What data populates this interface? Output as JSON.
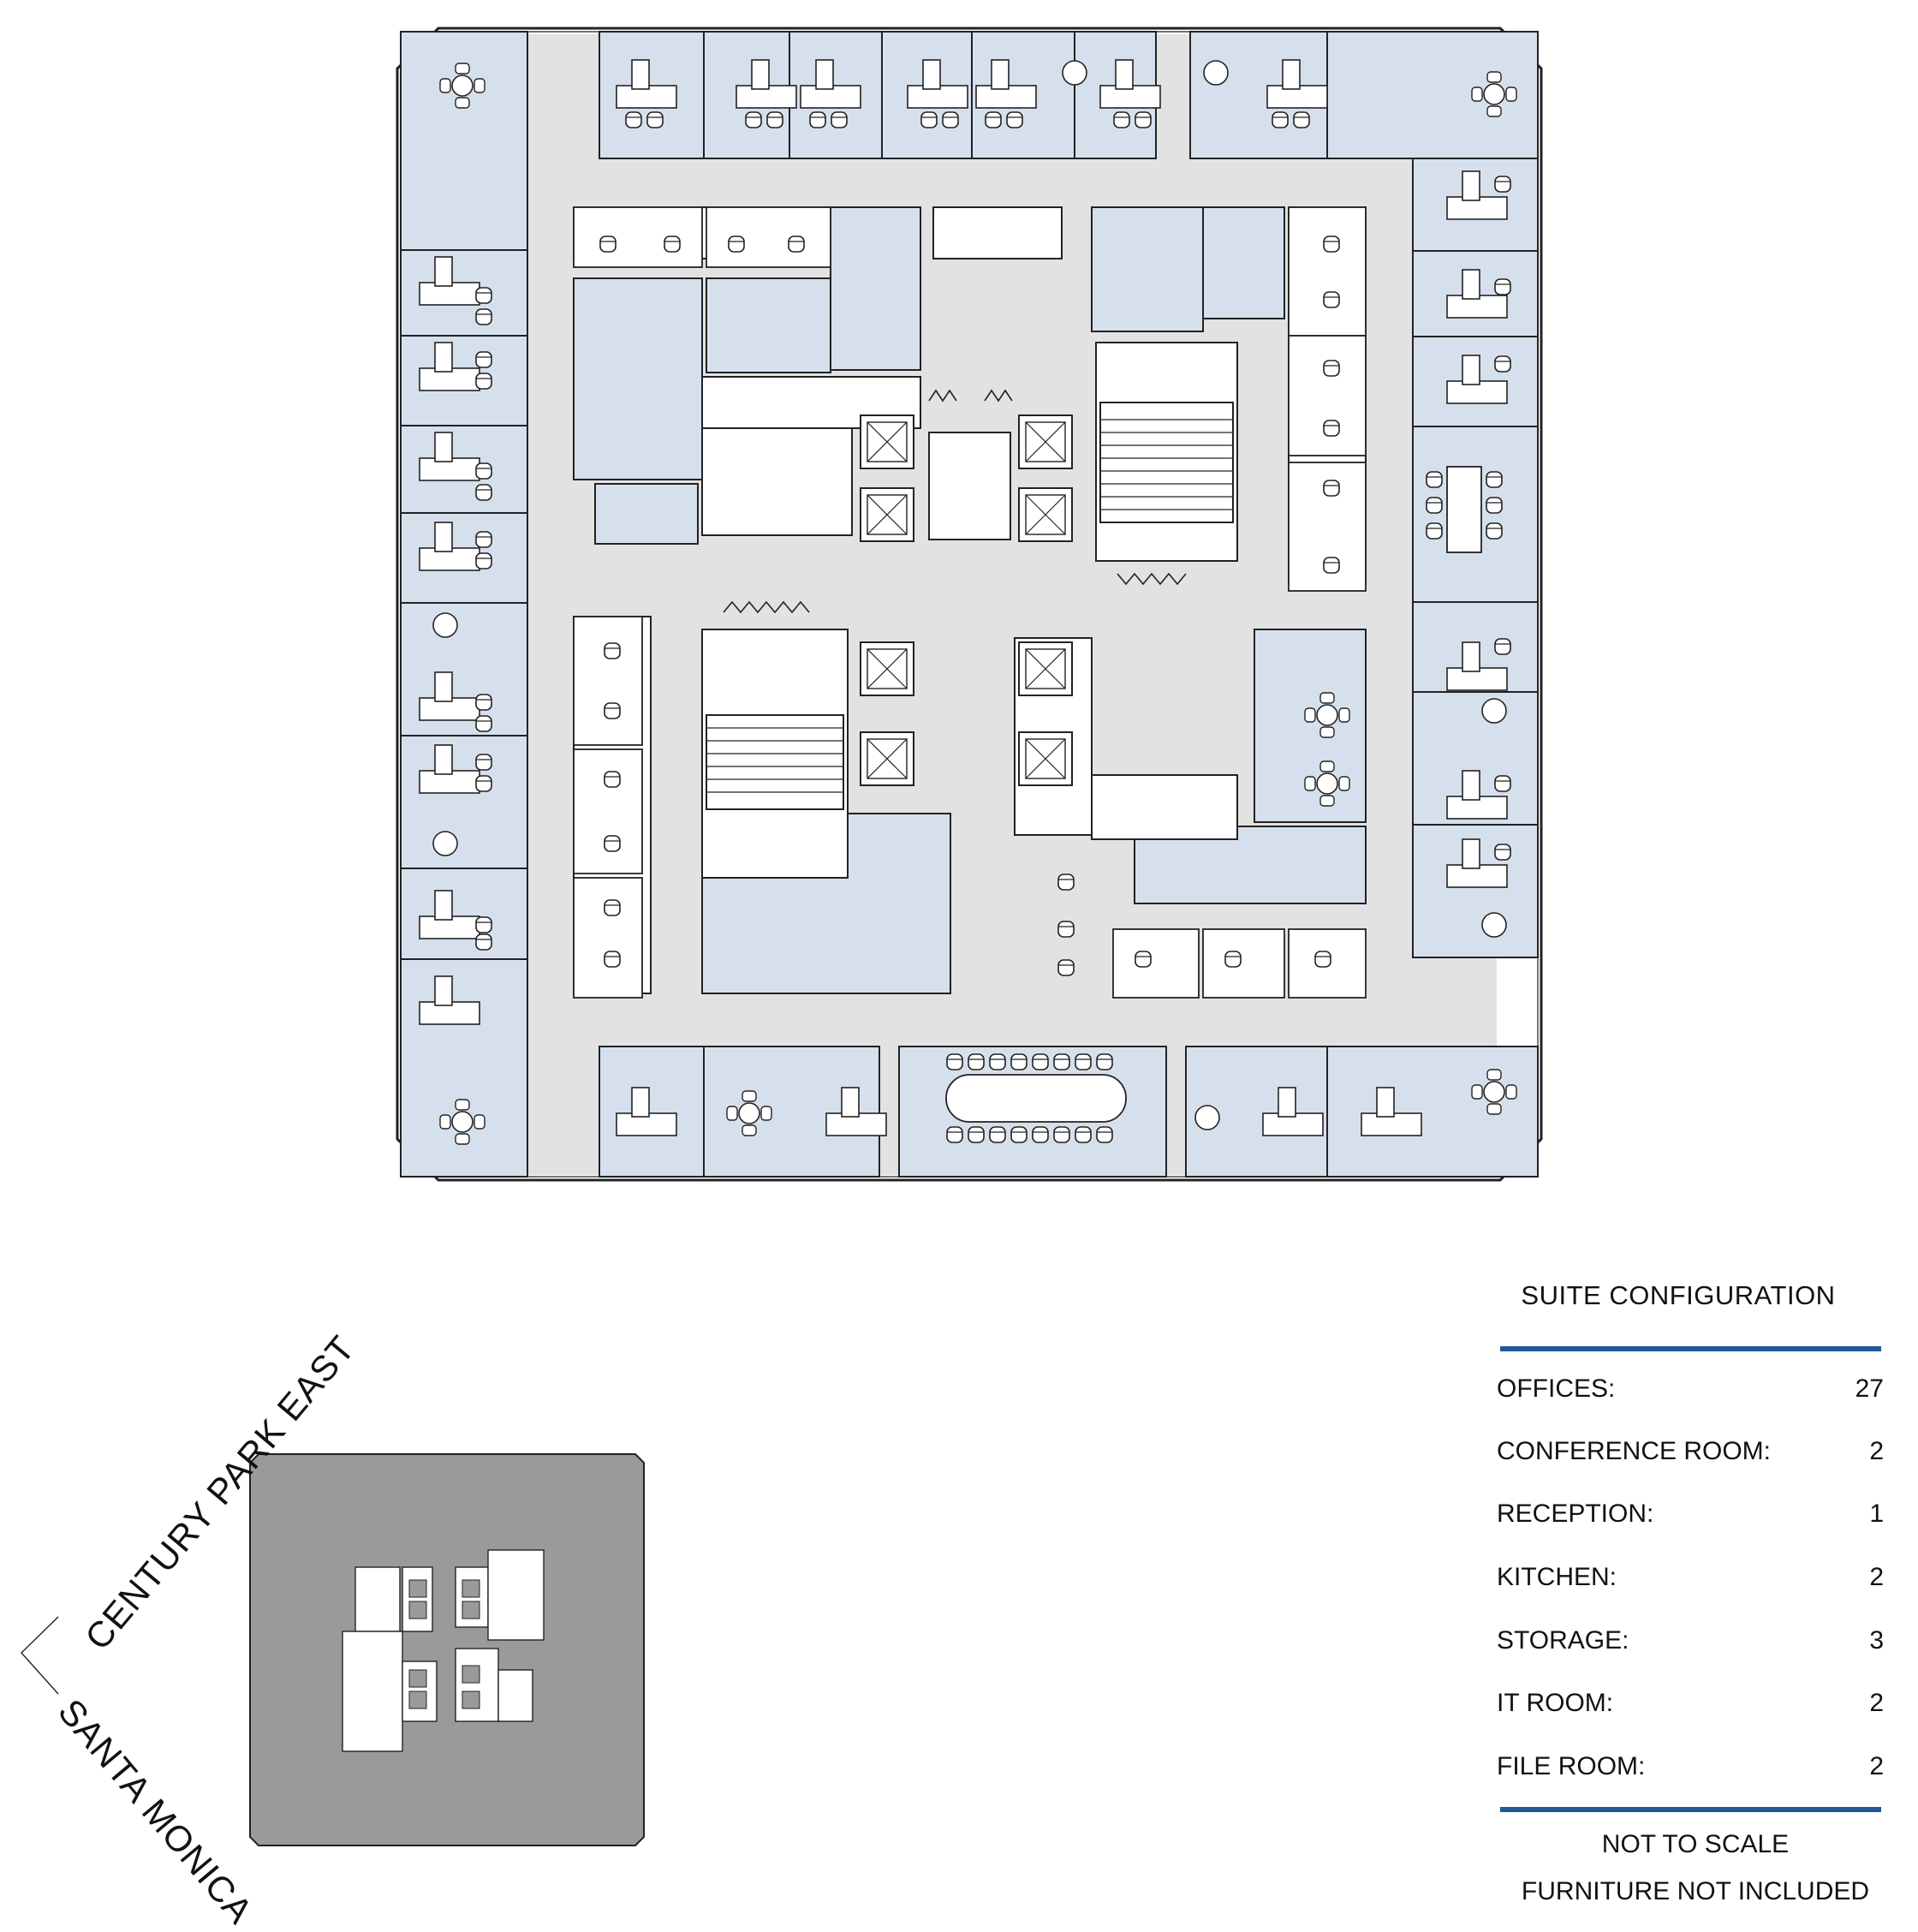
{
  "streets": {
    "north": "CENTURY PARK EAST",
    "south": "SANTA MONICA"
  },
  "suite_configuration": {
    "title": "SUITE CONFIGURATION",
    "rows": [
      {
        "label": "OFFICES:",
        "value": "27"
      },
      {
        "label": "CONFERENCE ROOM:",
        "value": "2"
      },
      {
        "label": "RECEPTION:",
        "value": "1"
      },
      {
        "label": "KITCHEN:",
        "value": "2"
      },
      {
        "label": "STORAGE:",
        "value": "3"
      },
      {
        "label": "IT ROOM:",
        "value": "2"
      },
      {
        "label": "FILE ROOM:",
        "value": "2"
      }
    ],
    "notes": [
      "NOT TO SCALE",
      "FURNITURE NOT INCLUDED"
    ]
  },
  "colors": {
    "suite_fill": "#d6e0ed",
    "corridor_fill": "#e2e2e2",
    "rule_blue": "#1f5a96",
    "keyplan_fill": "#9a9a9a",
    "line": "#222222"
  }
}
